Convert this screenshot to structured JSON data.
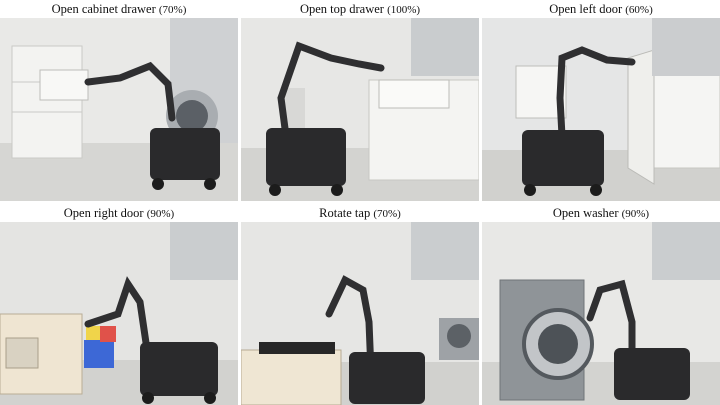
{
  "panels": [
    {
      "task": "Open cabinet drawer",
      "success": "(70%)"
    },
    {
      "task": "Open top drawer",
      "success": "(100%)"
    },
    {
      "task": "Open left door",
      "success": "(60%)"
    },
    {
      "task": "Open right door",
      "success": "(90%)"
    },
    {
      "task": "Rotate tap",
      "success": "(70%)"
    },
    {
      "task": "Open washer",
      "success": "(90%)"
    }
  ]
}
